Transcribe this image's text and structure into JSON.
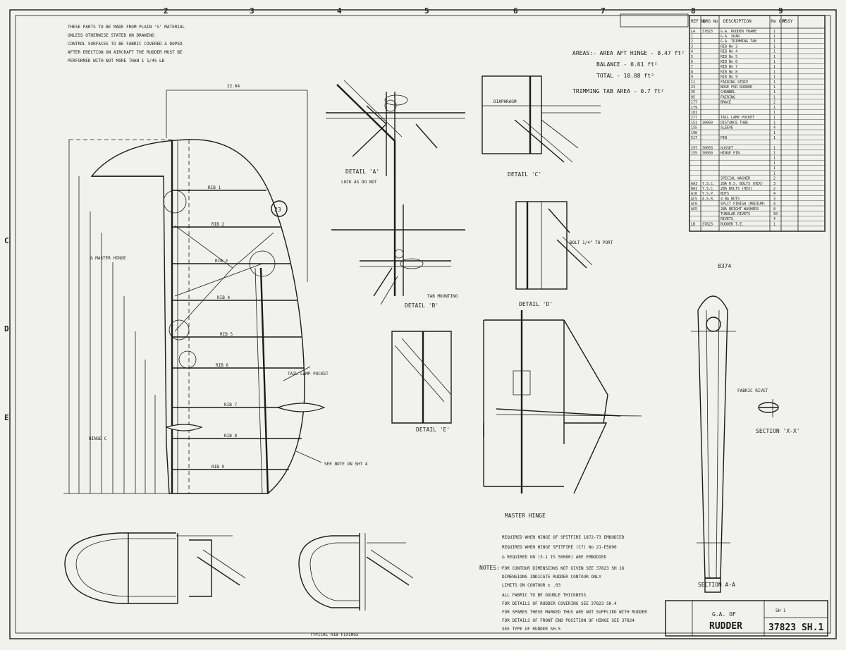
{
  "zones": [
    "2",
    "3",
    "4",
    "5",
    "6",
    "7",
    "8",
    "9"
  ],
  "rows": [
    "C",
    "D",
    "E"
  ],
  "top_notes": [
    "THESE PARTS TO BE MADE FROM PLAIN 'G' MATERIAL",
    "UNLESS OTHERWISE STATED ON DRAWING",
    "CONTROL SURFACES TO BE FABRIC COVERED & DOPED",
    "AFTER ERECTION ON AIRCRAFT THE RUDDER MUST BE",
    "PERFORMED WITH NOT MORE THAN 1 1/4% LB"
  ],
  "areas": {
    "header": "AREAS:- AREA AFT HINGE - 8.47 ft²",
    "balance": "BALANCE - 0.61 ft²",
    "total": "TOTAL - 10.08 ft²",
    "tab": "TRIMMING TAB AREA - 0.7 ft²"
  },
  "parts_header": {
    "ref": "REF No",
    "drg": "DRG No",
    "description": "DESCRIPTION",
    "off": "No OFF",
    "assy": "ASSY"
  },
  "parts": [
    {
      "ref": "LA",
      "drg": "37823",
      "desc": "G.A. RUDDER FRAME",
      "qty": "1"
    },
    {
      "ref": "1",
      "drg": "",
      "desc": "G.A. SPAR",
      "qty": "1"
    },
    {
      "ref": "2",
      "drg": "",
      "desc": "G.A. TRIMMING TAB",
      "qty": "1"
    },
    {
      "ref": "3",
      "drg": "",
      "desc": "RIB No 3",
      "qty": "1"
    },
    {
      "ref": "4",
      "drg": "",
      "desc": "RIB No 4",
      "qty": "1"
    },
    {
      "ref": "5",
      "drg": "",
      "desc": "RIB No 5",
      "qty": "1"
    },
    {
      "ref": "6",
      "drg": "",
      "desc": "RIB No 6",
      "qty": "1"
    },
    {
      "ref": "7",
      "drg": "",
      "desc": "RIB No 7",
      "qty": "1"
    },
    {
      "ref": "8",
      "drg": "",
      "desc": "RIB No 8",
      "qty": "1"
    },
    {
      "ref": "9",
      "drg": "",
      "desc": "RIB No 9",
      "qty": "1"
    },
    {
      "ref": "11",
      "drg": "",
      "desc": "FAIRING STRIP",
      "qty": "1"
    },
    {
      "ref": "23",
      "drg": "",
      "desc": "NOSE FOR RUDDER",
      "qty": "1"
    },
    {
      "ref": "35",
      "drg": "",
      "desc": "CHANNEL",
      "qty": "1"
    },
    {
      "ref": "95",
      "drg": "",
      "desc": "FAIRING",
      "qty": "1"
    },
    {
      "ref": "177",
      "drg": "",
      "desc": "BRACE",
      "qty": "2"
    },
    {
      "ref": "179",
      "drg": "",
      "desc": "",
      "qty": "1"
    },
    {
      "ref": "181",
      "drg": "",
      "desc": "",
      "qty": "1"
    },
    {
      "ref": "277",
      "drg": "",
      "desc": "TAIL LAMP POCKET",
      "qty": "1"
    },
    {
      "ref": "151",
      "drg": "30069",
      "desc": "DISTANCE TUBE",
      "qty": "1"
    },
    {
      "ref": "155",
      "drg": "",
      "desc": "SLEEVE",
      "qty": "4"
    },
    {
      "ref": "190",
      "drg": "",
      "desc": "",
      "qty": "1"
    },
    {
      "ref": "517",
      "drg": "",
      "desc": "PIN",
      "qty": "1"
    },
    {
      "ref": "",
      "drg": "",
      "desc": "",
      "qty": ""
    },
    {
      "ref": "297",
      "drg": "30053",
      "desc": "GUSSET",
      "qty": "1"
    },
    {
      "ref": "155",
      "drg": "30050",
      "desc": "HINGE PIN",
      "qty": "1"
    },
    {
      "ref": "",
      "drg": "",
      "desc": "",
      "qty": "1"
    },
    {
      "ref": "",
      "drg": "",
      "desc": "",
      "qty": "1"
    },
    {
      "ref": "",
      "drg": "",
      "desc": "",
      "qty": "1"
    },
    {
      "ref": "",
      "drg": "",
      "desc": "",
      "qty": "1"
    },
    {
      "ref": "",
      "drg": "",
      "desc": "SPECIAL WASHER",
      "qty": "2"
    },
    {
      "ref": "GAI",
      "drg": "Y.S.C.",
      "desc": "2BA H.S. BOLTS (HEX)",
      "qty": "3"
    },
    {
      "ref": "BAI",
      "drg": "Y.S.C.",
      "desc": "2BA BOLTS (HEX)",
      "qty": "2"
    },
    {
      "ref": "A16",
      "drg": "Y.S.P.",
      "desc": "NUTS",
      "qty": "4"
    },
    {
      "ref": "AC5",
      "drg": "A.S.R.",
      "desc": "4 BA NUTS",
      "qty": "3"
    },
    {
      "ref": "AC6",
      "drg": "",
      "desc": "SPLIT FINISH (MEDIUM)",
      "qty": "4"
    },
    {
      "ref": "AG5",
      "drg": "",
      "desc": "2BA BRIGHT WASHERS",
      "qty": "8"
    },
    {
      "ref": "",
      "drg": "",
      "desc": "TUBULAR RIVETS",
      "qty": "50"
    },
    {
      "ref": "",
      "drg": "",
      "desc": "RIVETS",
      "qty": "4"
    },
    {
      "ref": "LB",
      "drg": "37823",
      "desc": "RUDDER T.E.",
      "qty": "1"
    }
  ],
  "title_block": {
    "line1": "G.A. OF",
    "line2": "RUDDER",
    "drawing_no": "37823 SH.1",
    "sheet": "SH 1"
  },
  "view_labels": {
    "detail_a": "DETAIL 'A'",
    "detail_b": "DETAIL 'B'",
    "detail_c": "DETAIL 'C'",
    "detail_d": "DETAIL 'D'",
    "detail_e": "DETAIL 'E'",
    "master_hinge": "MASTER HINGE",
    "section_aa": "SECTION A-A",
    "section_xx": "SECTION 'X-X'",
    "drg_ref": "8374"
  },
  "callouts": {
    "balloon_23": "23",
    "rib1": "RIB 1",
    "rib2": "RIB 2",
    "rib3": "RIB 3",
    "rib4": "RIB 4",
    "rib5": "RIB 5",
    "rib6": "RIB 6",
    "rib7": "RIB 7",
    "rib8": "RIB 8",
    "rib9": "RIB 9",
    "master_hinge": "& MASTER HINGE",
    "hinge": "HINGE C",
    "dim_top": "22.64",
    "bolt_note": "BOLT 1/4\" TO PORT",
    "lock": "LOCK AS DO NOT",
    "tail_lamp": "TAIL LAMP POCKET",
    "tab_mounting": "TAB MOUNTING",
    "cut_note": "SEE NOTE ON SHT 4",
    "diaphragm": "DIAPHRAGM",
    "fabric_note": "FABRIC RIVET"
  },
  "notes_title": "NOTES:-",
  "notes": [
    "FOR CONTOUR DIMENSIONS NOT GIVEN SEE 37823 SH 16",
    "DIMENSIONS INDICATE RUDDER CONTOUR ONLY",
    "LIMITS ON CONTOUR ± .03",
    "ALL FABRIC TO BE DOUBLE THICKNESS",
    "FOR DETAILS OF RUDDER COVERING SEE 37823 SH.4",
    "FOR SPARES THESE MARKED THUS ARE NOT SUPPLIED WITH RUDDER",
    "FOR DETAILS OF FRONT END POSITION OF HINGE SEE 37824",
    "SEE TYPE OF RUDDER SH.5"
  ],
  "typical_note": "TYPICAL RIB FIXINGS",
  "hinge_notes": [
    "REQUIRED WHEN HINGE OF SPITFIRE 1872-73 EMBODIED",
    "REQUIRED WHEN HINGE SPITFIRE (C7) No 21-E5890",
    "& REQUIRED ON (3-1 IS 50080) ARE EMBODIED"
  ]
}
